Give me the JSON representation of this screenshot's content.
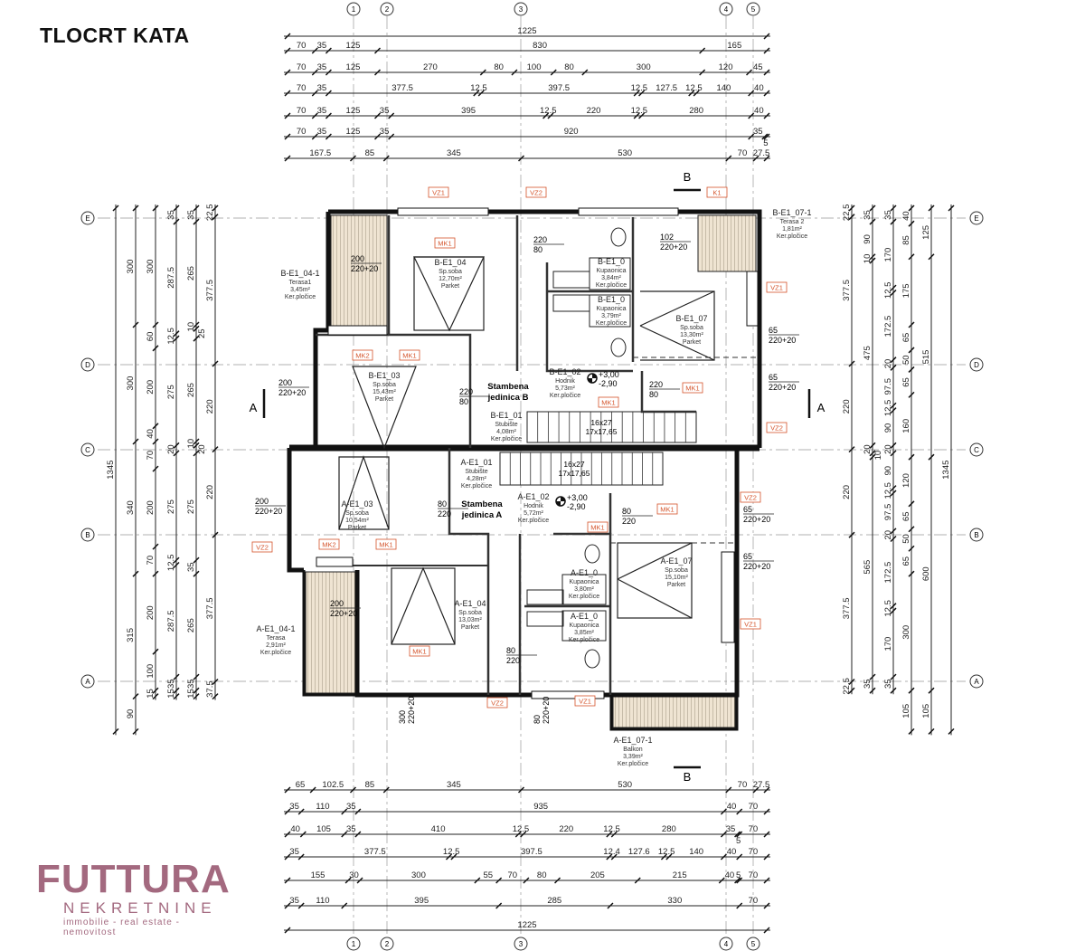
{
  "title": "TLOCRT KATA",
  "logo": {
    "name": "FUTTURA",
    "sub": "NEKRETNINE",
    "tagline": "immobilie - real estate - nemovitost"
  },
  "colors": {
    "walls": "#111111",
    "tags": "#d4532a",
    "logo": "#a3697f",
    "terrace": "#efe4d2"
  },
  "axes": {
    "vertical": [
      "1",
      "2",
      "3",
      "4",
      "5"
    ],
    "horizontal": [
      "E",
      "D",
      "C",
      "B",
      "A"
    ]
  },
  "dimensions": {
    "top": [
      [
        1225
      ],
      [
        70,
        35,
        125,
        830,
        165
      ],
      [
        70,
        35,
        125,
        270,
        80,
        100,
        80,
        300,
        120,
        45
      ],
      [
        70,
        35,
        377.5,
        12.5,
        397.5,
        12.5,
        127.5,
        12.5,
        140,
        40
      ],
      [
        70,
        35,
        125,
        35,
        395,
        12.5,
        220,
        12.5,
        280,
        40
      ],
      [
        70,
        35,
        125,
        35,
        920,
        35,
        5
      ],
      [
        167.5,
        85,
        345,
        530,
        70,
        27.5
      ]
    ],
    "bottom": [
      [
        65,
        102.5,
        85,
        345,
        530,
        70,
        27.5
      ],
      [
        35,
        110,
        35,
        935,
        40,
        70
      ],
      [
        40,
        105,
        35,
        410,
        12.5,
        220,
        12.5,
        280,
        35,
        5,
        70
      ],
      [
        35,
        377.5,
        12.5,
        397.5,
        12.4,
        127.6,
        12.5,
        140,
        40,
        70
      ],
      [
        155,
        30,
        300,
        55,
        70,
        80,
        205,
        215,
        40,
        5,
        70
      ],
      [
        35,
        110,
        395,
        285,
        330,
        70
      ],
      [
        1225
      ]
    ],
    "left": [
      [
        1345
      ],
      [
        300,
        300,
        340,
        315,
        90
      ],
      [
        300,
        60,
        200,
        40,
        70,
        200,
        70,
        200,
        100,
        15
      ],
      [
        35,
        287.5,
        12.5,
        275,
        20,
        275,
        12.5,
        287.5,
        35,
        15
      ],
      [
        35,
        265,
        10,
        25,
        265,
        10,
        20,
        275,
        35,
        265,
        35,
        15
      ],
      [
        22.5,
        377.5,
        220,
        220,
        377.5,
        37.5
      ]
    ],
    "right": [
      [
        22.5,
        377.5,
        220,
        220,
        377.5,
        22.5
      ],
      [
        35,
        90,
        10,
        475,
        20,
        10,
        565,
        35
      ],
      [
        35,
        170,
        12.5,
        172.5,
        20,
        97.5,
        12.5,
        90,
        20,
        90,
        12.5,
        97.5,
        20,
        172.5,
        12.5,
        170,
        35
      ],
      [
        40,
        85,
        175,
        65,
        50,
        65,
        160,
        120,
        65,
        50,
        65,
        300,
        105
      ],
      [
        125,
        515,
        600,
        105
      ],
      [
        1345
      ]
    ]
  },
  "rooms": [
    {
      "code": "B-E1_04",
      "type": "Sp.soba",
      "area": "12,70m²",
      "floor": "Parket"
    },
    {
      "code": "B-E1_03",
      "type": "Sp.soba",
      "area": "15,43m²",
      "floor": "Parket"
    },
    {
      "code": "B-E1_02",
      "type": "Hodnik",
      "area": "5,73m²",
      "floor": "Ker.pločice"
    },
    {
      "code": "B-E1_01",
      "type": "Stubište",
      "area": "4,08m²",
      "floor": "Ker.pločice"
    },
    {
      "code": "B-E1_0",
      "type": "Kupaonica",
      "area": "3,84m²",
      "floor": "Ker.pločice"
    },
    {
      "code": "B-E1_0",
      "type": "Kupaonica",
      "area": "3,79m²",
      "floor": "Ker.pločice"
    },
    {
      "code": "B-E1_07",
      "type": "Sp.soba",
      "area": "13,30m²",
      "floor": "Parket"
    },
    {
      "code": "B-E1_07-1",
      "type": "Terasa 2",
      "area": "1,81m²",
      "floor": "Ker.pločice"
    },
    {
      "code": "B-E1_04-1",
      "type": "Terasa1",
      "area": "3,45m²",
      "floor": "Ker.pločice"
    },
    {
      "code": "A-E1_01",
      "type": "Stubište",
      "area": "4,28m²",
      "floor": "Ker.pločice"
    },
    {
      "code": "A-E1_02",
      "type": "Hodnik",
      "area": "5,72m²",
      "floor": "Ker.pločice"
    },
    {
      "code": "A-E1_03",
      "type": "Sp.soba",
      "area": "10,54m²",
      "floor": "Parket"
    },
    {
      "code": "A-E1_04",
      "type": "Sp.soba",
      "area": "13,03m²",
      "floor": "Parket"
    },
    {
      "code": "A-E1_0",
      "type": "Kupaonica",
      "area": "3,80m²",
      "floor": "Ker.pločice"
    },
    {
      "code": "A-E1_0",
      "type": "Kupaonica",
      "area": "3,85m²",
      "floor": "Ker.pločice"
    },
    {
      "code": "A-E1_07",
      "type": "Sp.soba",
      "area": "15,10m²",
      "floor": "Parket"
    },
    {
      "code": "A-E1_07-1",
      "type": "Balkon",
      "area": "3,39m²",
      "floor": "Ker.pločice"
    },
    {
      "code": "A-E1_04-1",
      "type": "Terasa",
      "area": "2,91m²",
      "floor": "Ker.pločice"
    }
  ],
  "units": [
    {
      "line1": "Stambena",
      "line2": "jedinica B"
    },
    {
      "line1": "Stambena",
      "line2": "jedinica A"
    }
  ],
  "levels": [
    {
      "top": "+3,00",
      "bottom": "-2,90"
    },
    {
      "top": "+3,00",
      "bottom": "-2,90"
    }
  ],
  "stairs": [
    {
      "line1": "16x27",
      "line2": "17x17,65"
    },
    {
      "line1": "16x27",
      "line2": "17x17,65"
    }
  ],
  "openings": [
    {
      "top": "200",
      "bottom": "220+20"
    },
    {
      "top": "200",
      "bottom": "220+20"
    },
    {
      "top": "200",
      "bottom": "220+20"
    },
    {
      "top": "200",
      "bottom": "220+20"
    },
    {
      "top": "102",
      "bottom": "220+20"
    },
    {
      "top": "65",
      "bottom": "220+20"
    },
    {
      "top": "65",
      "bottom": "220+20"
    },
    {
      "top": "65",
      "bottom": "220+20"
    },
    {
      "top": "65",
      "bottom": "220+20"
    },
    {
      "top": "220",
      "bottom": "80"
    },
    {
      "top": "220",
      "bottom": "80"
    },
    {
      "top": "220",
      "bottom": "80"
    },
    {
      "top": "80",
      "bottom": "220"
    },
    {
      "top": "80",
      "bottom": "220"
    },
    {
      "top": "80",
      "bottom": "220"
    },
    {
      "top": "300",
      "bottom": "220+20"
    },
    {
      "top": "80",
      "bottom": "220+20"
    }
  ],
  "sections": [
    "A",
    "A",
    "B",
    "B"
  ],
  "tags": [
    "VZ1",
    "VZ2",
    "K1",
    "MK1",
    "MK2",
    "MK1",
    "MK1",
    "MK1",
    "VZ1",
    "VZ2",
    "VZ2",
    "MK1",
    "MK1",
    "VZ2",
    "MK2",
    "MK1",
    "MK1",
    "VZ2",
    "VZ1",
    "VZ1"
  ]
}
